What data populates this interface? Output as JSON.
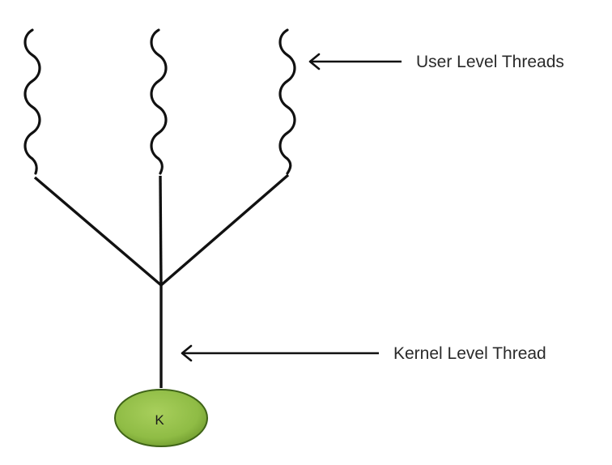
{
  "labels": {
    "user_threads": "User Level Threads",
    "kernel_thread": "Kernel Level Thread",
    "kernel_node": "K"
  },
  "colors": {
    "background": "#ffffff",
    "stroke": "#111111",
    "kernel_fill": "#8fbc45",
    "kernel_stroke": "#3f6417",
    "text": "#2a2a2a"
  },
  "icons": [
    "user-thread-icon",
    "kernel-thread-icon",
    "arrow-left-icon"
  ]
}
